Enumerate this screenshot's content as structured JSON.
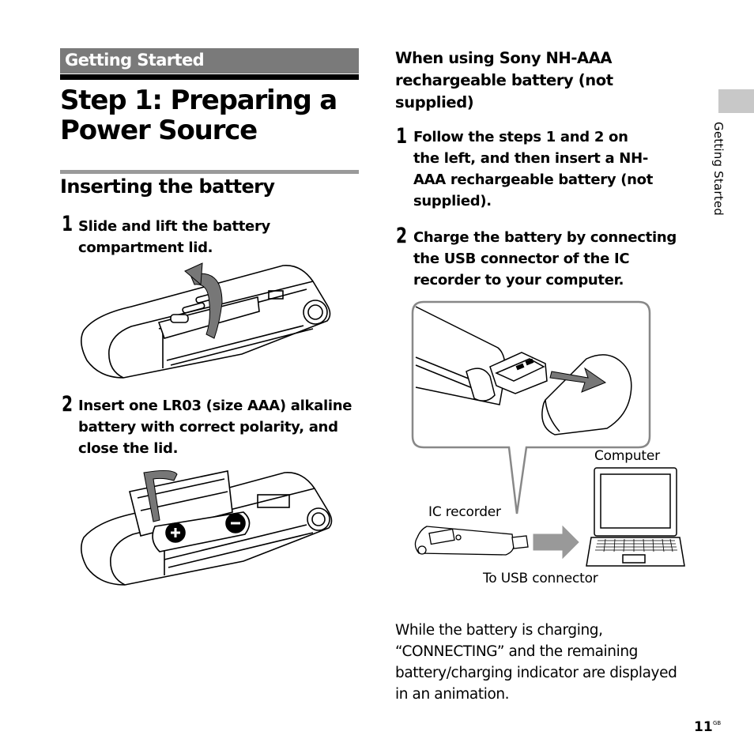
{
  "section": {
    "tab_label": "Getting Started"
  },
  "title": {
    "line1": "Step 1: Preparing a",
    "line2": "Power Source"
  },
  "inserting": {
    "heading": "Inserting the battery",
    "steps": [
      {
        "num": "1",
        "lines": [
          "Slide and lift the battery",
          "compartment lid."
        ]
      },
      {
        "num": "2",
        "lines": [
          "Insert one LR03 (size AAA) alkaline",
          "battery with correct polarity, and",
          "close the lid."
        ]
      }
    ]
  },
  "rechargeable": {
    "heading_lines": [
      "When using Sony NH-AAA",
      "rechargeable battery (not",
      "supplied)"
    ],
    "steps": [
      {
        "num": "1",
        "lines": [
          "Follow the steps 1 and 2 on",
          "the left, and then insert a NH-",
          "AAA rechargeable battery (not",
          "supplied)."
        ]
      },
      {
        "num": "2",
        "lines": [
          "Charge the battery by connecting",
          "the USB connector of the IC",
          "recorder to your computer."
        ]
      }
    ]
  },
  "figure_labels": {
    "computer": "Computer",
    "ic_recorder": "IC recorder",
    "usb": "To USB connector"
  },
  "body": {
    "lines": [
      "While the battery is charging,",
      "“CONNECTING” and the remaining",
      "battery/charging indicator are displayed",
      "in an animation."
    ]
  },
  "sidebar": {
    "label": "Getting Started"
  },
  "footer": {
    "page_number": "11",
    "region": "GB"
  }
}
